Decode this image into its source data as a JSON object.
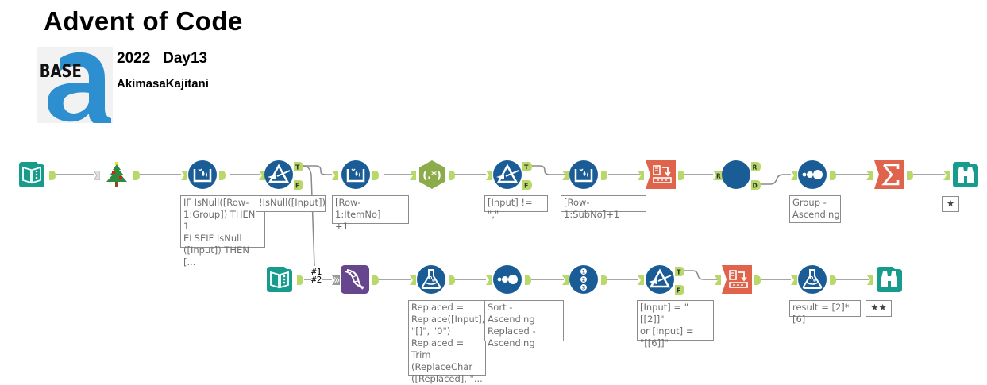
{
  "header": {
    "title": "Advent of Code",
    "subtitle": "2022   Day13",
    "author": "AkimasaKajitani",
    "logo_text": "BASE",
    "logo_letter": "a"
  },
  "colors": {
    "input_teal": "#169b8c",
    "formula_blue": "#1a5c96",
    "parse_green": "#8cac4c",
    "transform_orange": "#e0644c",
    "developer_purple": "#66468c",
    "anchor_green": "#b8d86a"
  },
  "workflow": {
    "row1": [
      {
        "id": "input-data-1",
        "icon": "book-icon",
        "annotation": ""
      },
      {
        "id": "christmas-tree",
        "icon": "christmas-tree-icon",
        "annotation": ""
      },
      {
        "id": "multi-row-formula-1",
        "icon": "multi-row-formula-icon",
        "annotation": "IF IsNull([Row-\n1:Group]) THEN 1\nELSEIF IsNull\n([Input]) THEN [..."
      },
      {
        "id": "filter-1",
        "icon": "filter-icon",
        "annotation": "!IsNull([Input])",
        "anchors": [
          "T",
          "F"
        ]
      },
      {
        "id": "multi-row-formula-2",
        "icon": "multi-row-formula-icon",
        "annotation": "[Row-1:ItemNo]\n+1"
      },
      {
        "id": "regex-1",
        "icon": "regex-icon",
        "label": "(.*)",
        "annotation": ""
      },
      {
        "id": "filter-2",
        "icon": "filter-icon",
        "annotation": "[Input] != \",\"",
        "anchors": [
          "T",
          "F"
        ]
      },
      {
        "id": "multi-row-formula-3",
        "icon": "multi-row-formula-icon",
        "annotation": "[Row-1:SubNo]+1"
      },
      {
        "id": "cross-tab-1",
        "icon": "cross-tab-icon",
        "annotation": ""
      },
      {
        "id": "macro-1",
        "icon": "macro-icon",
        "annotation": "",
        "anchors_in": [
          "R"
        ],
        "anchors": [
          "R",
          "D"
        ]
      },
      {
        "id": "sort-1",
        "icon": "sort-icon",
        "annotation": "Group -\nAscending"
      },
      {
        "id": "summarize-1",
        "icon": "summarize-icon",
        "annotation": ""
      },
      {
        "id": "browse-1",
        "icon": "browse-icon",
        "annotation": "★"
      }
    ],
    "row2": [
      {
        "id": "input-data-2",
        "icon": "book-icon",
        "annotation": ""
      },
      {
        "id": "union-1",
        "icon": "union-icon",
        "annotation": "",
        "input_labels": [
          "#1",
          "#2"
        ]
      },
      {
        "id": "formula-1",
        "icon": "formula-icon",
        "annotation": "Replaced =\nReplace([Input],\n\"[]\", \"0\")\nReplaced = Trim\n(ReplaceChar\n([Replaced], \"..."
      },
      {
        "id": "sort-2",
        "icon": "sort-icon",
        "annotation": "Sort - Ascending\nReplaced -\nAscending"
      },
      {
        "id": "record-id-1",
        "icon": "record-id-icon",
        "annotation": ""
      },
      {
        "id": "filter-3",
        "icon": "filter-icon",
        "annotation": "[Input] = \"[[2]]\"\nor [Input] =\n\"[[6]]\"",
        "anchors": [
          "T",
          "F"
        ]
      },
      {
        "id": "cross-tab-2",
        "icon": "cross-tab-icon",
        "annotation": ""
      },
      {
        "id": "formula-2",
        "icon": "formula-icon",
        "annotation": "result = [2]*[6]"
      },
      {
        "id": "browse-2",
        "icon": "browse-icon",
        "annotation": "★★"
      }
    ]
  }
}
